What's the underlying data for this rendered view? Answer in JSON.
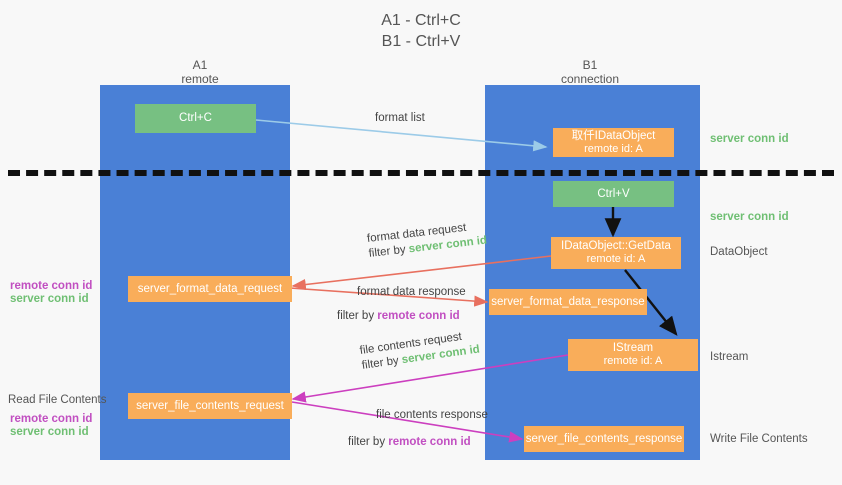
{
  "title": {
    "line1": "A1 - Ctrl+C",
    "line2": "B1 - Ctrl+V"
  },
  "lanes": [
    {
      "name": "A1",
      "sub": "remote"
    },
    {
      "name": "B1",
      "sub": "connection"
    }
  ],
  "nodes": {
    "ctrl_c": {
      "label": "Ctrl+C"
    },
    "ctrl_v": {
      "label": "Ctrl+V"
    },
    "idataobject": {
      "line1": "取仟IDataObject",
      "line2": "remote id: A"
    },
    "getdata": {
      "line1": "IDataObject::GetData",
      "line2": "remote id: A"
    },
    "istream": {
      "line1": "IStream",
      "line2": "remote id: A"
    },
    "server_format_data_request": {
      "label": "server_format_data_request"
    },
    "server_format_data_response": {
      "label": "server_format_data_response"
    },
    "server_file_contents_request": {
      "label": "server_file_contents_request"
    },
    "server_file_contents_response": {
      "label": "server_file_contents_response"
    }
  },
  "edges": {
    "format_list": {
      "label": "format list"
    },
    "format_data_request": {
      "line1": "format data request",
      "filter_prefix": "filter by ",
      "filter_value": "server conn id"
    },
    "format_data_response": {
      "line1": "format data response",
      "filter_prefix": "filter by ",
      "filter_value": "remote conn id"
    },
    "file_contents_request": {
      "line1": "file contents request",
      "filter_prefix": "filter by ",
      "filter_value": "server conn id"
    },
    "file_contents_response": {
      "line1": "file contents response",
      "filter_prefix": "filter by ",
      "filter_value": "remote conn id"
    }
  },
  "right_labels": {
    "server_conn_id_top": "server conn id",
    "server_conn_id_mid": "server conn id",
    "dataobject": "DataObject",
    "istream": "Istream",
    "write_file_contents": "Write File Contents"
  },
  "left_labels": {
    "remote_conn_id_mid": "remote conn id",
    "server_conn_id_mid": "server conn id",
    "read_file_contents": "Read File Contents",
    "remote_conn_id_bottom": "remote conn id",
    "server_conn_id_bottom": "server conn id"
  },
  "colors": {
    "lane": "#4a80d6",
    "green_node": "#77c082",
    "orange_node": "#f9ad5a",
    "server_conn_id": "#6fbf73",
    "remote_conn_id": "#c14fc1",
    "arrow_blue": "#9ccbe8",
    "arrow_black": "#111111",
    "arrow_red": "#e8705f",
    "arrow_magenta": "#cc3fbf",
    "background": "#f8f8f8"
  }
}
